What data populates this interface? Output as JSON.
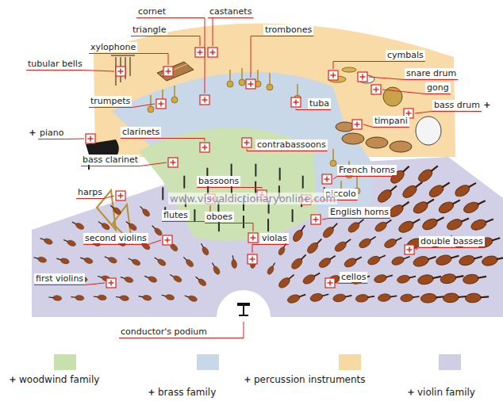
{
  "diagram": {
    "labels": [
      "cornet",
      "castanets",
      "triangle",
      "trombones",
      "xylophone",
      "cymbals",
      "tubular bells",
      "snare drum",
      "gong",
      "bass drum",
      "trumpets",
      "tuba",
      "timpani",
      "piano",
      "clarinets",
      "contrabassoons",
      "bass clarinet",
      "French horns",
      "bassoons",
      "harps",
      "piccolo",
      "flutes",
      "English horns",
      "oboes",
      "double basses",
      "second violins",
      "violas",
      "first violins",
      "cellos",
      "conductor's podium",
      "www.visualdictionaryonline.com"
    ],
    "legend": [
      {
        "text": "woodwind family",
        "color": "#c8dfae"
      },
      {
        "text": "brass family",
        "color": "#c8d8e8"
      },
      {
        "text": "percussion instruments",
        "color": "#f7d9a2"
      },
      {
        "text": "violin family",
        "color": "#d0cee4"
      }
    ]
  }
}
